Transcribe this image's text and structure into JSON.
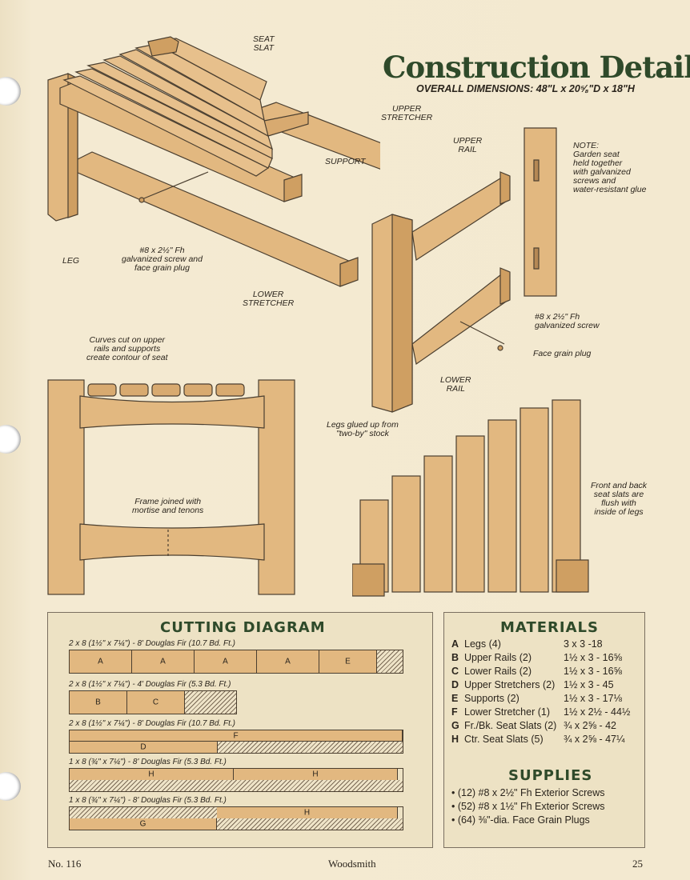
{
  "header": {
    "title": "Construction Details",
    "dimensions": "OVERALL DIMENSIONS: 48\"L x 20⅝\"D x 18\"H"
  },
  "callouts": {
    "seat_slat": "SEAT\nSLAT",
    "upper_stretcher": "UPPER\nSTRETCHER",
    "support": "SUPPORT",
    "screw_plug": "#8 x 2½\" Fh\ngalvanized screw and\nface grain plug",
    "leg": "LEG",
    "lower_stretcher": "LOWER\nSTRETCHER",
    "upper_rail": "UPPER\nRAIL",
    "note": "NOTE:\nGarden seat\nheld together\nwith galvanized\nscrews and\nwater-resistant glue",
    "screw": "#8 x 2½\" Fh\ngalvanized screw",
    "face_grain_plug": "Face grain plug",
    "lower_rail": "LOWER\nRAIL",
    "curves": "Curves cut on upper\nrails and supports\ncreate contour of seat",
    "legs_glued": "Legs glued up from\n\"two-by\" stock",
    "frame_joined": "Frame joined with\nmortise and tenons",
    "front_back": "Front and back\nseat slats are\nflush with\ninside of legs"
  },
  "cutting_diagram": {
    "title": "CUTTING DIAGRAM",
    "boards": [
      {
        "label": "2 x 8 (1½\" x 7¼\") - 8' Douglas Fir (10.7 Bd. Ft.)",
        "parts": [
          "A",
          "A",
          "A",
          "A",
          "E"
        ]
      },
      {
        "label": "2 x 8 (1½\" x 7¼\") - 4' Douglas Fir (5.3 Bd. Ft.)",
        "parts": [
          "B",
          "C"
        ]
      },
      {
        "label": "2 x 8 (1½\" x 7¼\") - 8' Douglas Fir (10.7 Bd. Ft.)",
        "parts": [
          "D",
          "F"
        ]
      },
      {
        "label": "1 x 8 (¾\" x 7¼\") - 8' Douglas Fir (5.3 Bd. Ft.)",
        "parts": [
          "H",
          "H"
        ]
      },
      {
        "label": "1 x 8 (¾\" x 7¼\") - 8' Douglas Fir (5.3 Bd. Ft.)",
        "parts": [
          "G",
          "H"
        ]
      }
    ]
  },
  "materials": {
    "title": "MATERIALS",
    "items": [
      {
        "key": "A",
        "name": "Legs (4)",
        "size": "3 x 3 -18"
      },
      {
        "key": "B",
        "name": "Upper Rails (2)",
        "size": "1½ x 3 - 16⅝"
      },
      {
        "key": "C",
        "name": "Lower Rails (2)",
        "size": "1½ x 3 - 16⅝"
      },
      {
        "key": "D",
        "name": "Upper Stretchers (2)",
        "size": "1½ x 3 - 45"
      },
      {
        "key": "E",
        "name": "Supports (2)",
        "size": "1½ x 3 - 17⅛"
      },
      {
        "key": "F",
        "name": "Lower Stretcher (1)",
        "size": "1½ x 2½ - 44½"
      },
      {
        "key": "G",
        "name": "Fr./Bk. Seat Slats (2)",
        "size": "¾ x 2⅝ - 42"
      },
      {
        "key": "H",
        "name": "Ctr. Seat Slats (5)",
        "size": "¾ x 2⅝ - 47¼"
      }
    ]
  },
  "supplies": {
    "title": "SUPPLIES",
    "items": [
      "• (12) #8 x 2½\" Fh Exterior Screws",
      "• (52) #8 x 1½\" Fh Exterior Screws",
      "• (64) ⅜\"-dia. Face Grain Plugs"
    ]
  },
  "footer": {
    "issue": "No. 116",
    "magazine": "Woodsmith",
    "page": "25"
  },
  "colors": {
    "paper": "#f1e6cc",
    "wood": "#e2b880",
    "title_green": "#2f4a2a"
  }
}
